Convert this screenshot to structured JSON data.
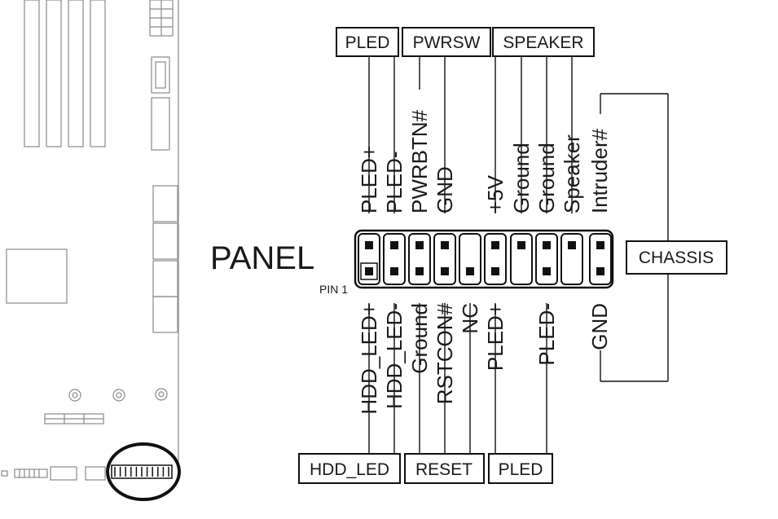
{
  "panel": {
    "title": "PANEL",
    "pin1_label": "PIN 1"
  },
  "top_pins": [
    "PLED+",
    "PLED-",
    "PWRBTN#",
    "GND",
    "+5V",
    "Ground",
    "Ground",
    "Speaker",
    "Intruder#"
  ],
  "bottom_pins": [
    "HDD_LED+",
    "HDD_LED-",
    "Ground",
    "RSTCON#",
    "NC",
    "PLED+",
    "",
    "PLED-",
    "",
    "GND"
  ],
  "top_groups": [
    "PLED",
    "PWRSW",
    "SPEAKER"
  ],
  "bottom_groups": [
    "HDD_LED",
    "RESET",
    "PLED"
  ],
  "side_group": "CHASSIS",
  "colors": {
    "line": "#1a1a1a",
    "board_line": "#8a8a8a",
    "highlight": "#111111"
  }
}
